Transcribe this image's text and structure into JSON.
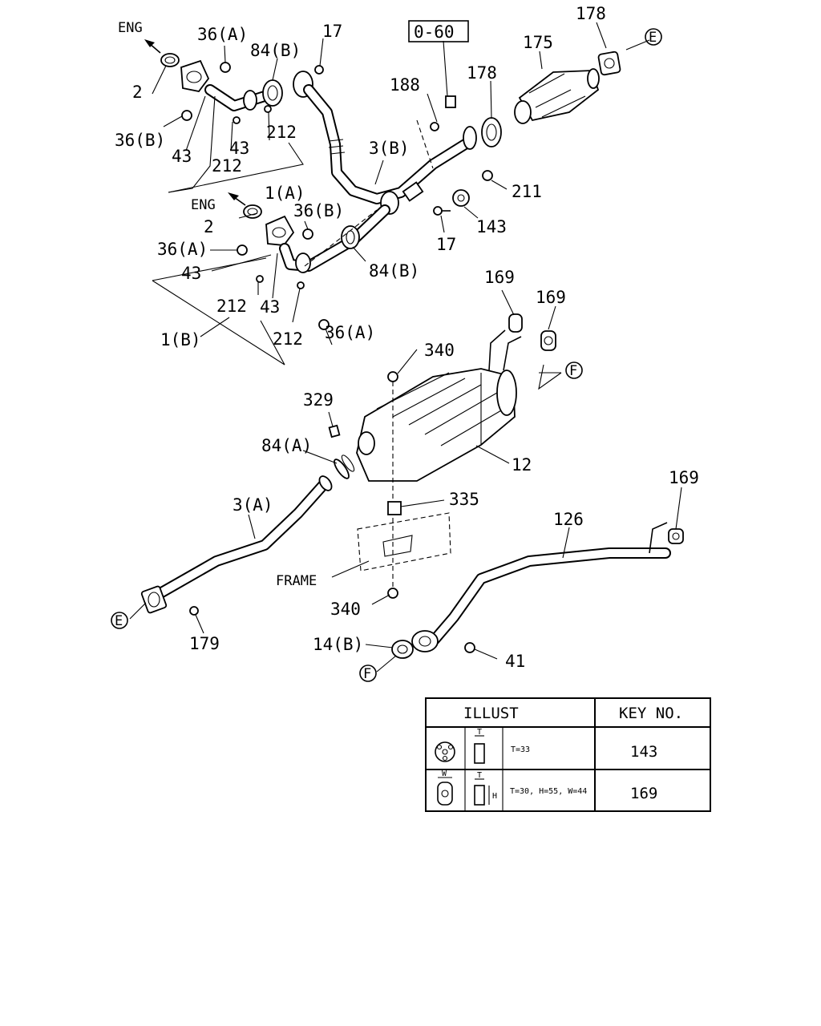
{
  "labels": {
    "eng_top": "ENG",
    "eng_mid": "ENG",
    "p2_top": "2",
    "p2_mid": "2",
    "p36a_top": "36(A)",
    "p36b_top": "36(B)",
    "p84b_top": "84(B)",
    "p17_top": "17",
    "ref_box": "0-60",
    "p178_top": "178",
    "p178_mid": "178",
    "p175": "175",
    "e_top": "E",
    "p188": "188",
    "p43_a": "43",
    "p43_b": "43",
    "p212_a": "212",
    "p212_b": "212",
    "p3b": "3(B)",
    "p211": "211",
    "p1a": "1(A)",
    "p36b_mid": "36(B)",
    "p36a_mid": "36(A)",
    "p17_mid": "17",
    "p143": "143",
    "p43_c": "43",
    "p84b_mid": "84(B)",
    "p212_c": "212",
    "p43_d": "43",
    "p1b": "1(B)",
    "p212_d": "212",
    "p36a_low": "36(A)",
    "p169_a": "169",
    "p169_b": "169",
    "p340_top": "340",
    "f_mid": "F",
    "p329": "329",
    "p84a": "84(A)",
    "p12": "12",
    "p169_c": "169",
    "p335": "335",
    "p3a": "3(A)",
    "p126": "126",
    "frame": "FRAME",
    "p340_low": "340",
    "e_low": "E",
    "p179": "179",
    "p14b": "14(B)",
    "p41": "41",
    "f_low": "F"
  },
  "table": {
    "header_illust": "ILLUST",
    "header_key": "KEY NO.",
    "rows": [
      {
        "spec": "T=33",
        "key": "143",
        "dim_t": "T"
      },
      {
        "spec": "T=30, H=55, W=44",
        "key": "169",
        "dim_t": "T",
        "dim_h": "H",
        "dim_w": "W"
      }
    ]
  }
}
